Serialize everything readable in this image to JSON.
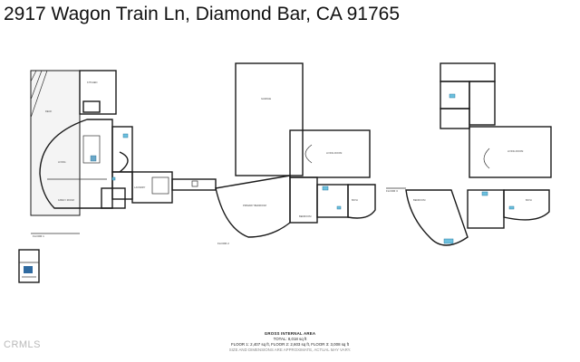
{
  "title": "2917 Wagon Train Ln, Diamond Bar, CA 91765",
  "plans": {
    "floor1": {
      "label": "FLOOR 1"
    },
    "floor2": {
      "label": "FLOOR 2"
    },
    "floor3": {
      "label": "FLOOR 3"
    }
  },
  "rooms": {
    "deck": "DECK",
    "kitchen": "KITCHEN",
    "living": "LIVING",
    "family_room": "FAMILY ROOM",
    "laundry": "LAUNDRY",
    "garage": "GARAGE",
    "primary_bedroom": "PRIMARY BEDROOM",
    "bedroom": "BEDROOM",
    "living_room": "LIVING ROOM",
    "bath": "BATH"
  },
  "area_summary": {
    "heading": "GROSS INTERNAL AREA",
    "total": "TOTAL: 8,018 sq ft",
    "floors": "FLOOR 1: 2,407 sq ft, FLOOR 2: 2,603 sq ft, FLOOR 3: 3,008 sq ft",
    "disclaimer": "SIZE AND DIMENSIONS ARE APPROXIMATE, ACTUAL MAY VARY."
  },
  "watermark": "CRMLS",
  "colors": {
    "walls": "#1a1a1a",
    "wet_area": "#6cc0de",
    "watermark": "#b9b9b9"
  }
}
